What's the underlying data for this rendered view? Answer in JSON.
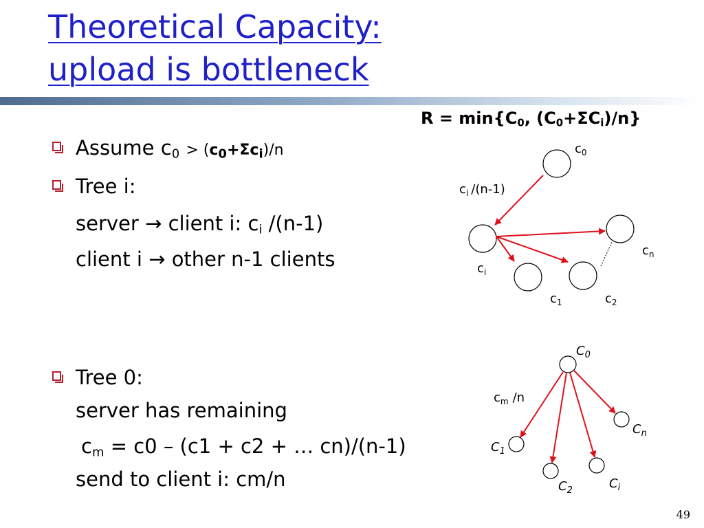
{
  "title": {
    "line1": "Theoretical Capacity:",
    "line2": "upload is bottleneck"
  },
  "formula": {
    "prefix": "R = min{",
    "c0": "C",
    "sub0": "0",
    "mid": ", (",
    "c0b": "C",
    "sub0b": "0",
    "plus": "+",
    "sigma": "Σ",
    "ci": "C",
    "subi": "i",
    "end": ")/n}"
  },
  "bullets": {
    "assume": {
      "word": "Assume",
      "c0": "c",
      "sub0": "0",
      "rest": "> (",
      "c0b": "c",
      "sub0b": "0",
      "plus": "+",
      "sigma": "Σ",
      "ci": "c",
      "subi": "i",
      "end": ")/n"
    },
    "tree_i": {
      "label": "Tree i:",
      "line1_pre": "server",
      "arrow": "→",
      "line1_post": "client i:",
      "ci": "c",
      "subi": "i",
      "line1_end": "/(n-1)",
      "line2_pre": "client i",
      "line2_post": "other n-1 clients"
    },
    "tree_0": {
      "label": "Tree 0:",
      "line1": "server has remaining",
      "cm": "c",
      "subm": "m",
      "cm_rest": "= c0 – (c1 + c2 + … cn)/(n-1)",
      "line3": "send to client i: cm/n"
    }
  },
  "diagram1": {
    "c0": {
      "base": "c",
      "sub": "0"
    },
    "edge": {
      "base": "c",
      "sub": "i",
      "rest": "/(n-1)"
    },
    "cn": {
      "base": "c",
      "sub": "n"
    },
    "ci": {
      "base": "c",
      "sub": "i"
    },
    "c1": {
      "base": "c",
      "sub": "1"
    },
    "c2": {
      "base": "c",
      "sub": "2"
    }
  },
  "diagram2": {
    "c0": {
      "base": "C",
      "sub": "0"
    },
    "edge": {
      "base": "c",
      "sub": "m",
      "rest": "/n"
    },
    "cn": {
      "base": "C",
      "sub": "n"
    },
    "c1": {
      "base": "C",
      "sub": "1"
    },
    "c2": {
      "base": "C",
      "sub": "2"
    },
    "ci": {
      "base": "C",
      "sub": "i"
    }
  },
  "page_number": "49",
  "colors": {
    "title": "#1f20c8",
    "arrow": "#e0101b",
    "bullet": "#b3202b"
  }
}
